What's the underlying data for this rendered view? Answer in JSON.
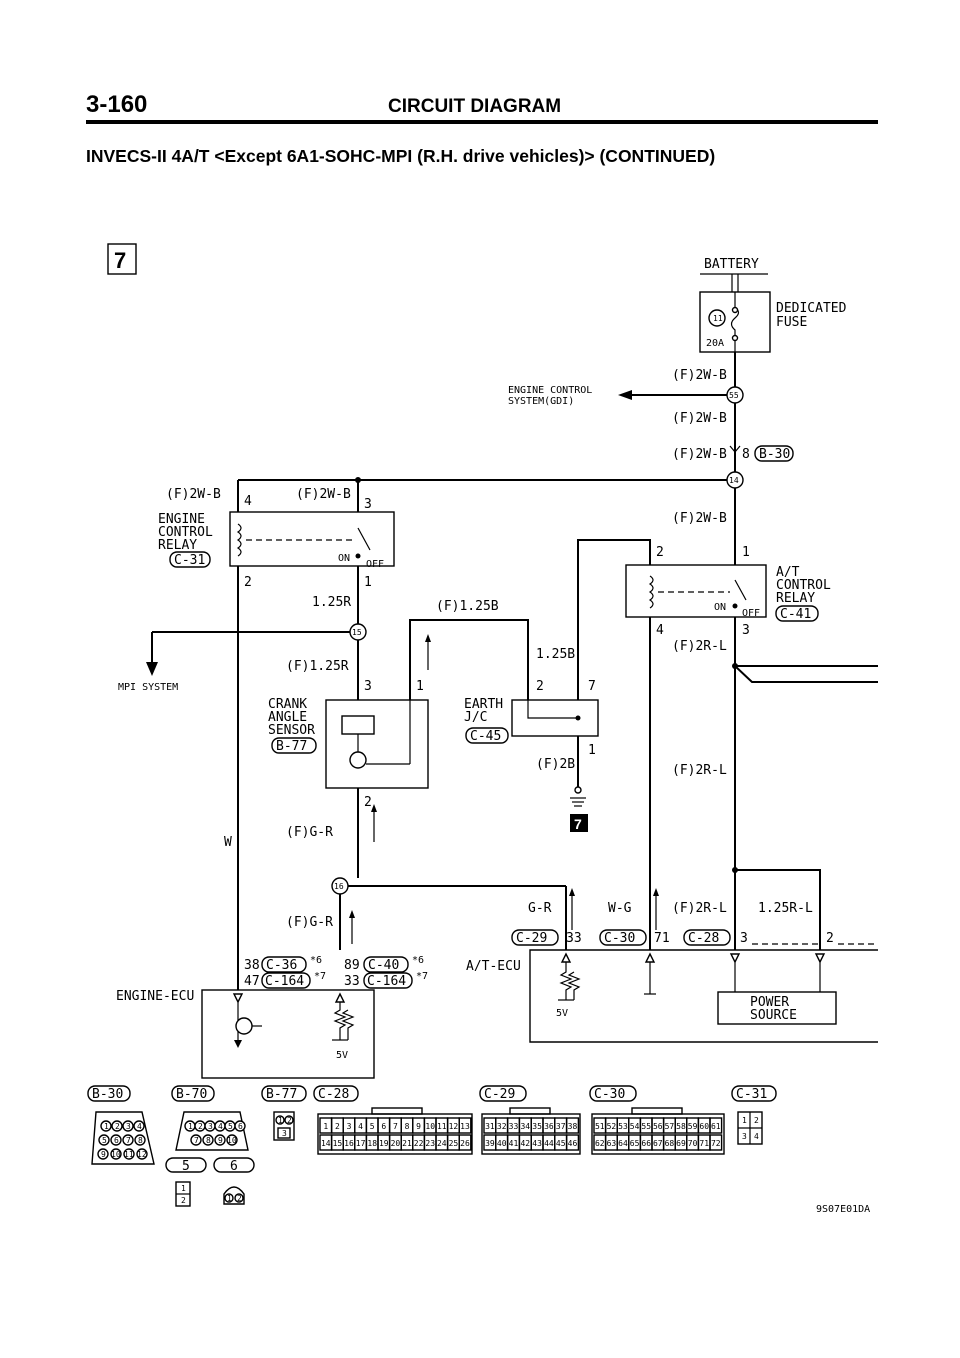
{
  "header": {
    "page_number": "3-160",
    "title": "CIRCUIT DIAGRAM",
    "subtitle": "INVECS-II 4A/T <Except 6A1-SOHC-MPI (R.H. drive vehicles)> (CONTINUED)"
  },
  "page_marker": "7",
  "ground_marker": "7",
  "footer_code": "9S07E01DA",
  "battery": {
    "label": "BATTERY"
  },
  "fuse": {
    "label_1": "DEDICATED",
    "label_2": "FUSE",
    "number": "11",
    "rating": "20A"
  },
  "wires": {
    "fuse_out": "(F)2W-B",
    "after_junction_55": "(F)2W-B",
    "to_b30": "(F)2W-B",
    "after_junction_14": "(F)2W-B",
    "relay_pin4": "(F)2W-B",
    "relay_pin3": "(F)2W-B",
    "relay_pin1_out": "1.25R",
    "to_crank_sensor": "(F)1.25R",
    "sensor_power": "(F)1.25B",
    "earth_feed": "1.25B",
    "earth_out": "(F)2B",
    "sensor_signal": "(F)G-R",
    "sensor_signal_2": "(F)G-R",
    "ecu_w": "W",
    "atrelay_pin3_out": "(F)2R-L",
    "atrelay_mid": "(F)2R-L",
    "atrelay_to_ecu": "(F)2R-L",
    "power_branch": "1.25R-L",
    "ecu_signal_gr": "G-R",
    "ecu_wg": "W-G"
  },
  "junctions": {
    "j55": "55",
    "j14": "14",
    "j15": "15",
    "j16": "16",
    "b30_pin": "8",
    "b30_conn": "B-30"
  },
  "engine_control_system": {
    "line1": "ENGINE CONTROL",
    "line2": "SYSTEM(GDI)"
  },
  "mpi_system": "MPI SYSTEM",
  "engine_relay": {
    "name_1": "ENGINE",
    "name_2": "CONTROL",
    "name_3": "RELAY",
    "connector": "C-31",
    "pin_a": "4",
    "pin_b": "3",
    "pin_c": "2",
    "pin_d": "1",
    "on": "ON",
    "off": "OFF"
  },
  "at_relay": {
    "name_1": "A/T",
    "name_2": "CONTROL",
    "name_3": "RELAY",
    "connector": "C-41",
    "pin_a": "2",
    "pin_b": "1",
    "pin_c": "4",
    "pin_d": "3",
    "on": "ON",
    "off": "OFF"
  },
  "crank_sensor": {
    "name_1": "CRANK",
    "name_2": "ANGLE",
    "name_3": "SENSOR",
    "connector": "B-77",
    "pin_a": "3",
    "pin_b": "1",
    "pin_c": "2"
  },
  "earth_jc": {
    "name_1": "EARTH",
    "name_2": "J/C",
    "connector": "C-45",
    "pin_a": "2",
    "pin_b": "7",
    "pin_c": "1"
  },
  "engine_ecu": {
    "name": "ENGINE-ECU",
    "pin_a": "38",
    "conn_a": "C-36",
    "note_a": "*6",
    "pin_b": "47",
    "conn_b": "C-164",
    "note_b": "*7",
    "pin_c": "89",
    "conn_c": "C-40",
    "note_c": "*6",
    "pin_d": "33",
    "conn_d": "C-164",
    "note_d": "*7",
    "voltage": "5V"
  },
  "at_ecu": {
    "name": "A/T-ECU",
    "pin_c29": "33",
    "conn_c29": "C-29",
    "pin_c30": "71",
    "conn_c30": "C-30",
    "pin_c28_a": "3",
    "conn_c28": "C-28",
    "pin_c28_b": "2",
    "voltage": "5V",
    "power_source_1": "POWER",
    "power_source_2": "SOURCE"
  },
  "connector_views": {
    "b30": {
      "label": "B-30",
      "pins": [
        "1",
        "2",
        "3",
        "4",
        "5",
        "6",
        "7",
        "8",
        "9",
        "10",
        "11",
        "12"
      ]
    },
    "b70": {
      "label": "B-70",
      "pins": [
        "1",
        "2",
        "3",
        "4",
        "5",
        "6",
        "7",
        "8",
        "9",
        "10"
      ],
      "sub_1": "5",
      "sub_2": "6"
    },
    "b77": {
      "label": "B-77",
      "pins": [
        "1",
        "2",
        "3"
      ]
    },
    "c28": {
      "label": "C-28",
      "row1": [
        "1",
        "2",
        "3",
        "4",
        "5",
        "6",
        "7",
        "8",
        "9",
        "10",
        "11",
        "12",
        "13"
      ],
      "row2": [
        "14",
        "15",
        "16",
        "17",
        "18",
        "19",
        "20",
        "21",
        "22",
        "23",
        "24",
        "25",
        "26"
      ]
    },
    "c29": {
      "label": "C-29",
      "row1": [
        "31",
        "32",
        "33",
        "34",
        "35",
        "36",
        "37",
        "38"
      ],
      "row2": [
        "39",
        "40",
        "41",
        "42",
        "43",
        "44",
        "45",
        "46"
      ]
    },
    "c30": {
      "label": "C-30",
      "row1": [
        "51",
        "52",
        "53",
        "54",
        "55",
        "56",
        "57",
        "58",
        "59",
        "60",
        "61"
      ],
      "row2": [
        "62",
        "63",
        "64",
        "65",
        "66",
        "67",
        "68",
        "69",
        "70",
        "71",
        "72"
      ]
    },
    "c31": {
      "label": "C-31",
      "pins": [
        "1",
        "2",
        "3",
        "4"
      ]
    },
    "small_a": {
      "pins": [
        "1",
        "2"
      ]
    },
    "small_b": {
      "pins": [
        "1",
        "2"
      ]
    }
  }
}
